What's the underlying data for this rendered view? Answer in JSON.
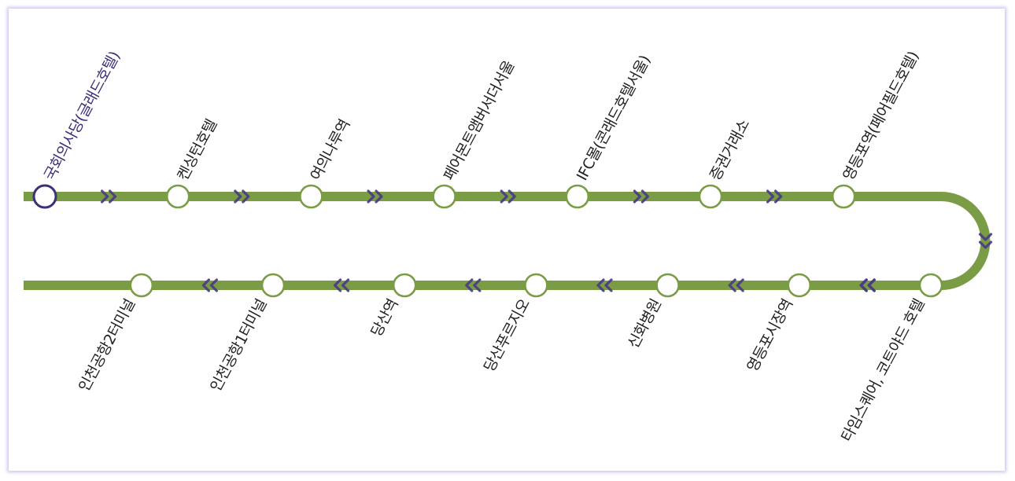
{
  "route": {
    "line_color": "#7a9c45",
    "arrow_color": "#4a3b86",
    "stop_fill": "#ffffff",
    "origin_color": "#3d2f7a",
    "label_color": "#222222",
    "origin_label_color": "#3d2f7a",
    "outbound_stops": [
      {
        "name": "국회의사당(글래드호텔)",
        "origin": true
      },
      {
        "name": "켄싱턴호텔"
      },
      {
        "name": "여의나루역"
      },
      {
        "name": "페어몬트앰버서더서울"
      },
      {
        "name": "IFC몰(콘래드호텔서울)"
      },
      {
        "name": "증권거래소"
      },
      {
        "name": "영등포역(페어필드호텔)"
      }
    ],
    "inbound_stops": [
      {
        "name": "타임스퀘어, 코트야드 호텔"
      },
      {
        "name": "영등포시장역"
      },
      {
        "name": "신화병원"
      },
      {
        "name": "당산푸르지오"
      },
      {
        "name": "당산역"
      },
      {
        "name": "인천공항1터미널"
      },
      {
        "name": "인천공항2터미널"
      }
    ],
    "icons": {
      "forward": "double-chevron-right-icon",
      "backward": "double-chevron-left-icon",
      "turn": "double-chevron-down-icon"
    }
  }
}
